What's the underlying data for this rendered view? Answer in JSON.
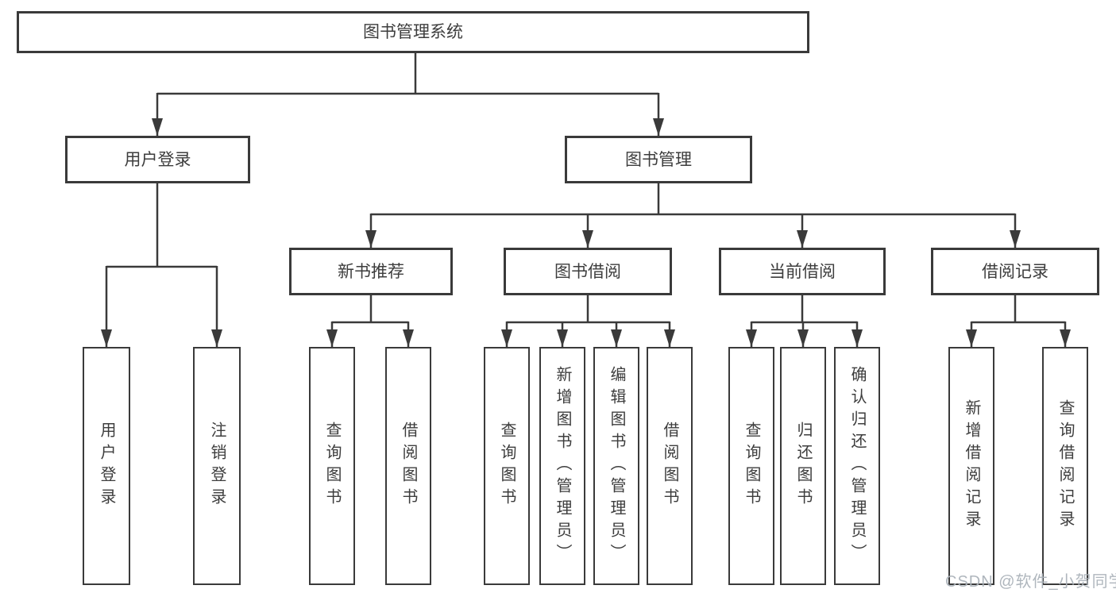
{
  "diagram": {
    "title": "图书管理系统",
    "branches": [
      {
        "label": "用户登录",
        "leaves": [
          "用户登录",
          "注销登录"
        ]
      },
      {
        "label": "图书管理",
        "children": [
          {
            "label": "新书推荐",
            "leaves": [
              "查询图书",
              "借阅图书"
            ]
          },
          {
            "label": "图书借阅",
            "leaves": [
              "查询图书",
              "新增图书（管理员）",
              "编辑图书（管理员）",
              "借阅图书"
            ]
          },
          {
            "label": "当前借阅",
            "leaves": [
              "查询图书",
              "归还图书",
              "确认归还（管理员）"
            ]
          },
          {
            "label": "借阅记录",
            "leaves": [
              "新增借阅记录",
              "查询借阅记录"
            ]
          }
        ]
      }
    ]
  },
  "watermark": {
    "text": "CSDN @软件_小贺同学"
  },
  "colors": {
    "line": "#3a3a3a",
    "box_border": "#3a3a3a",
    "text": "#3d3d3d",
    "background": "#ffffff",
    "watermark": "#abb2b9"
  }
}
